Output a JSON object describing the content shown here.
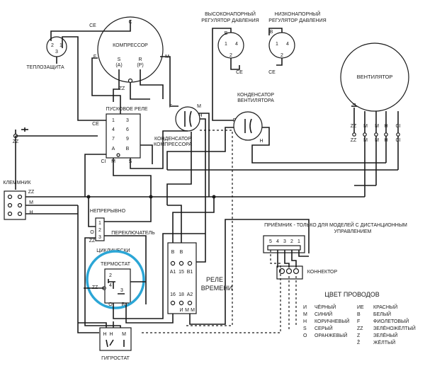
{
  "compressor": {
    "title": "КОМПРЕССОР",
    "pin_c": "C",
    "pin_s": "S",
    "pin_s_sub": "(A)",
    "pin_r": "R",
    "pin_r_sub": "(P)",
    "pin_f": "F",
    "pin_m": "M"
  },
  "thermal_protector": {
    "title": "ТЕПЛОЗАЩИТА",
    "pin1": "1",
    "pin2": "2",
    "pin3": "3"
  },
  "wire_codes": {
    "ce": "CE",
    "zz": "ZZ"
  },
  "start_relay": {
    "title": "ПУСКОВОЕ РЕЛЕ",
    "pins": [
      "1",
      "3",
      "4",
      "6",
      "7",
      "9",
      "A",
      "B"
    ],
    "ce": "CE",
    "ci": "CI",
    "m": "M",
    "s": "S"
  },
  "compressor_capacitor": {
    "title_line1": "КОНДЕНСАТОР",
    "title_line2": "КОМПРЕССОРА",
    "f": "F",
    "m": "M",
    "h": "H"
  },
  "high_pressure": {
    "title_line1": "ВЫСОКОНАПОРНЫЙ",
    "title_line2": "РЕГУЛЯТОР ДАВЛЕНИЯ",
    "b": "B",
    "p1": "1",
    "p4": "4",
    "p2": "2",
    "ce": "CE"
  },
  "low_pressure": {
    "title_line1": "НИЗКОНАПОРНЫЙ",
    "title_line2": "РЕГУЛЯТОР ДАВЛЕНИЯ",
    "b": "B",
    "p1": "1",
    "p4": "4",
    "p2": "2",
    "ce": "CE"
  },
  "fan_capacitor": {
    "title_line1": "КОНДЕНСАТОР",
    "title_line2": "ВЕНТИЛЯТОРА",
    "f": "F",
    "h": "H"
  },
  "fan": {
    "title": "ВЕНТИЛЯТОР",
    "zz_top": "ZZ",
    "zz_bottom": "ZZ",
    "m": "M",
    "m2": "M",
    "h": "H",
    "ci": "CI"
  },
  "terminal_block": {
    "title": "КЛЕММНИК",
    "zz": "ZZ",
    "m": "M",
    "h": "H"
  },
  "switch_block": {
    "continuous": "НЕПРЕРЫВНО",
    "switch": "ПЕРЕКЛЮЧАТЕЛЬ",
    "cyclic": "ЦИКЛИЧЕСКИ",
    "p1": "1",
    "p2": "2",
    "p3": "3",
    "o": "O",
    "zz": "ZZ"
  },
  "thermostat": {
    "title": "ТЕРМОСТАТ",
    "p2": "2",
    "p4": "4",
    "p3": "3",
    "zz": "ZZ",
    "o": "O",
    "b": "B"
  },
  "time_relay": {
    "title_line1": "РЕЛЕ",
    "title_line2": "ВРЕМЕНИ",
    "top": [
      "B",
      "B"
    ],
    "row1": [
      "A1",
      "15",
      "B1"
    ],
    "row2": [
      "16",
      "18",
      "A2"
    ],
    "bottom": [
      "И",
      "M",
      "M"
    ]
  },
  "receiver": {
    "title_line1": "ПРИЁМНИК - ТОЛЬКО ДЛЯ МОДЕЛЕЙ С ДИСТАНЦИОННЫМ",
    "title_line2": "УПРАВЛЕНИЕМ",
    "pins": [
      "5",
      "4",
      "3",
      "2",
      "1"
    ]
  },
  "connector": {
    "title": "КОННЕКТОР"
  },
  "hygrostat": {
    "title": "ГИГРОСТАТ",
    "pins": [
      "Н",
      "Н",
      "M"
    ]
  },
  "legend": {
    "title": "ЦВЕТ ПРОВОДОВ",
    "left": [
      {
        "code": "И",
        "name": "ЧЁРНЫЙ"
      },
      {
        "code": "M",
        "name": "СИНИЙ"
      },
      {
        "code": "H",
        "name": "КОРИЧНЕВЫЙ"
      },
      {
        "code": "S",
        "name": "СЕРЫЙ"
      },
      {
        "code": "O",
        "name": "ОРАНЖЕВЫЙ"
      }
    ],
    "right": [
      {
        "code": "ИЕ",
        "name": "КРАСНЫЙ"
      },
      {
        "code": "B",
        "name": "БЕЛЫЙ"
      },
      {
        "code": "F",
        "name": "ФИОЛЕТОВЫЙ"
      },
      {
        "code": "ZZ",
        "name": "ЗЕЛЁНОЖЁЛТЫЙ"
      },
      {
        "code": "Z",
        "name": "ЗЕЛЁНЫЙ"
      },
      {
        "code": "Ž",
        "name": "ЖЁЛТЫЙ"
      }
    ]
  },
  "colors": {
    "line": "#1a1a1a",
    "highlight": "#2ba6d6",
    "background": "#ffffff"
  }
}
